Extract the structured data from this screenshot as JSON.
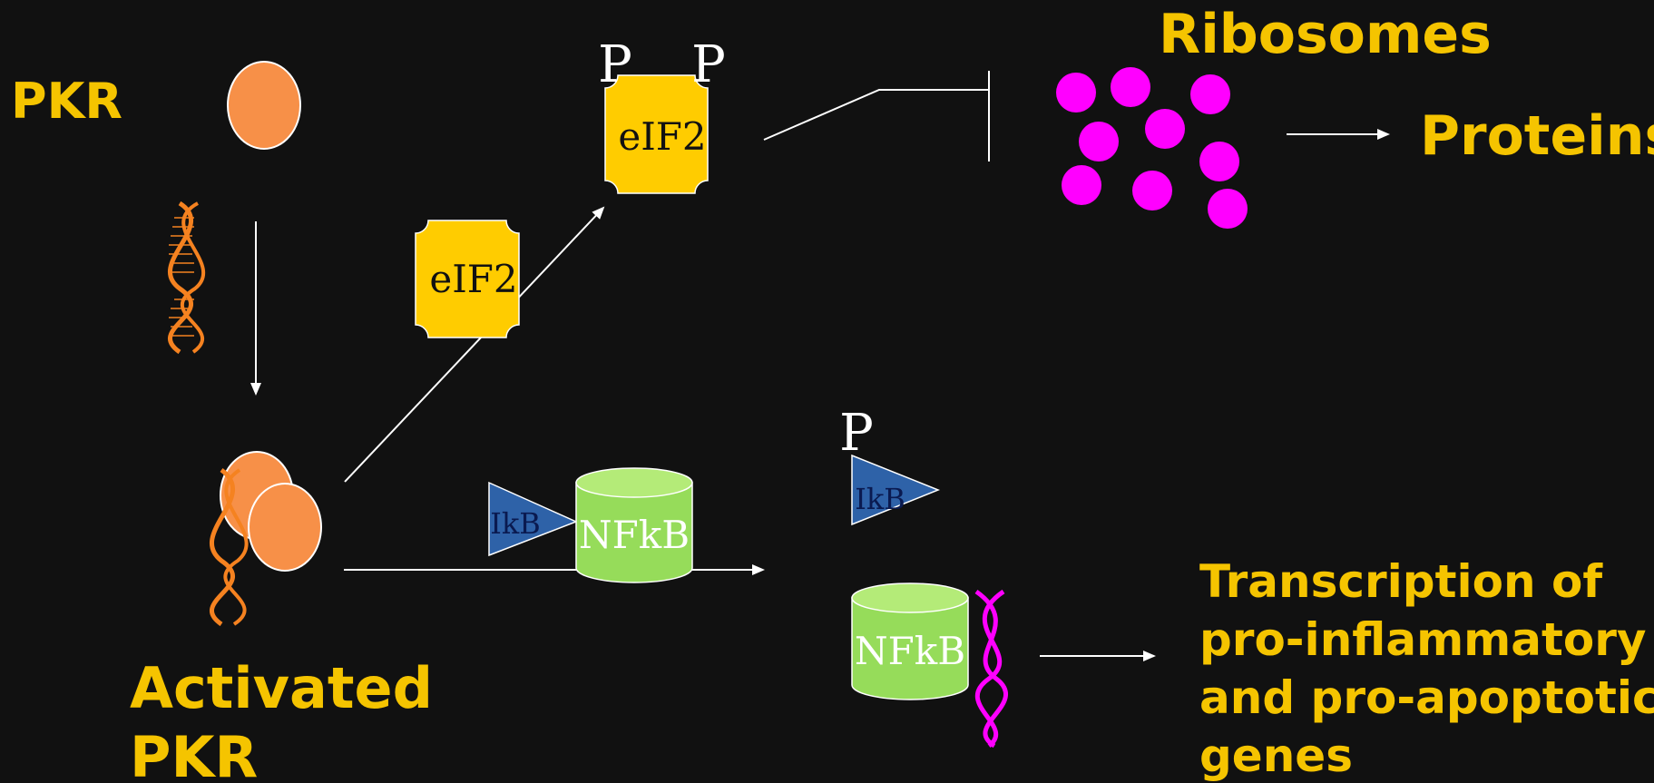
{
  "labels": {
    "pkr": "PKR",
    "activated_line1": "Activated",
    "activated_line2": "PKR",
    "ribosomes": "Ribosomes",
    "proteins": "Proteins",
    "transcription_line1": "Transcription of",
    "transcription_line2": "pro-inflammatory",
    "transcription_line3": "and pro-apoptotic",
    "transcription_line4": "genes"
  },
  "molecules": {
    "eif2_label": "eIF2",
    "eif2_phos_label": "eIF2",
    "phospho_mark": "P",
    "ikb_label": "IkB",
    "nfkb_label": "NFkB"
  },
  "colors": {
    "background": "#111111",
    "label_yellow": "#F5C400",
    "pkr_orange": "#F79048",
    "dna_orange": "#F58220",
    "eif2_yellow": "#FFCC00",
    "ribosome_magenta": "#FF00FF",
    "ikb_blue": "#2E62A8",
    "ikb_text": "#0A1A50",
    "nfkb_green": "#96DC5A",
    "nfkb_top": "#B4EB78",
    "arrow_white": "#FFFFFF"
  },
  "icons": [
    "dsRNA-helix-icon",
    "ribosome-dot-icon",
    "inhibition-bar-icon"
  ]
}
